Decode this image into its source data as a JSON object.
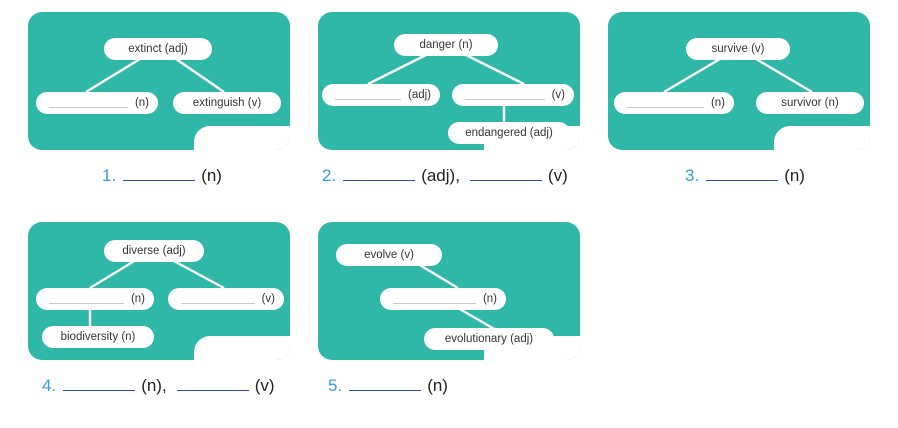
{
  "colors": {
    "card_teal": "#2fb8a7",
    "pill_white": "#ffffff",
    "number_blue": "#2e9fe0",
    "blank_underline_blue": "#2b49c9",
    "text_dark": "#343434",
    "page_background": "#ffffff"
  },
  "exercises": [
    {
      "number": "1.",
      "diagram": {
        "root": {
          "word": "extinct",
          "pos": "(adj)",
          "label": "extinct  (adj)"
        },
        "nodes": [
          {
            "word": "",
            "pos": "(n)",
            "label": "(n)",
            "blank": true
          },
          {
            "word": "extinguish",
            "pos": "(v)",
            "label": "extinguish (v)",
            "blank": false
          }
        ]
      },
      "answer": {
        "blanks": [
          {
            "value": "",
            "tag": "(n)"
          }
        ],
        "separator": ""
      }
    },
    {
      "number": "2.",
      "diagram": {
        "root": {
          "word": "danger",
          "pos": "(n)",
          "label": "danger  (n)"
        },
        "nodes": [
          {
            "word": "",
            "pos": "(adj)",
            "label": "(adj)",
            "blank": true
          },
          {
            "word": "",
            "pos": "(v)",
            "label": "(v)",
            "blank": true
          },
          {
            "word": "endangered",
            "pos": "(adj)",
            "label": "endangered (adj)",
            "blank": false
          }
        ]
      },
      "answer": {
        "blanks": [
          {
            "value": "",
            "tag": "(adj),"
          },
          {
            "value": "",
            "tag": "(v)"
          }
        ],
        "separator": ""
      }
    },
    {
      "number": "3.",
      "diagram": {
        "root": {
          "word": "survive",
          "pos": "(v)",
          "label": "survive  (v)"
        },
        "nodes": [
          {
            "word": "",
            "pos": "(n)",
            "label": "(n)",
            "blank": true
          },
          {
            "word": "survivor",
            "pos": "(n)",
            "label": "survivor (n)",
            "blank": false
          }
        ]
      },
      "answer": {
        "blanks": [
          {
            "value": "",
            "tag": "(n)"
          }
        ],
        "separator": ""
      }
    },
    {
      "number": "4.",
      "diagram": {
        "root": {
          "word": "diverse",
          "pos": "(adj)",
          "label": "diverse (adj)"
        },
        "nodes": [
          {
            "word": "",
            "pos": "(n)",
            "label": "(n)",
            "blank": true
          },
          {
            "word": "",
            "pos": "(v)",
            "label": "(v)",
            "blank": true
          },
          {
            "word": "biodiversity",
            "pos": "(n)",
            "label": "biodiversity (n)",
            "blank": false
          }
        ]
      },
      "answer": {
        "blanks": [
          {
            "value": "",
            "tag": "(n),"
          },
          {
            "value": "",
            "tag": "(v)"
          }
        ],
        "separator": ""
      }
    },
    {
      "number": "5.",
      "diagram": {
        "root": {
          "word": "evolve",
          "pos": "(v)",
          "label": "evolve (v)"
        },
        "nodes": [
          {
            "word": "",
            "pos": "(n)",
            "label": "(n)",
            "blank": true
          },
          {
            "word": "evolutionary",
            "pos": "(adj)",
            "label": "evolutionary (adj)",
            "blank": false
          }
        ]
      },
      "answer": {
        "blanks": [
          {
            "value": "",
            "tag": "(n)"
          }
        ],
        "separator": ""
      }
    }
  ],
  "labels": {
    "pos_n": "(n)",
    "pos_v": "(v)",
    "pos_adj": "(adj)"
  }
}
